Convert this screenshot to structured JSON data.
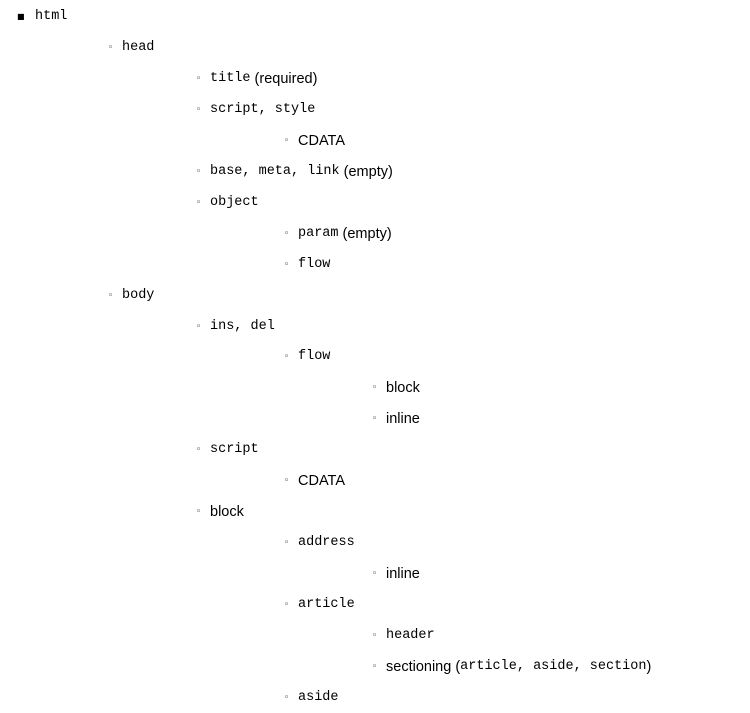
{
  "tree": [
    {
      "level": 0,
      "parts": [
        {
          "t": "html",
          "code": true
        }
      ]
    },
    {
      "level": 1,
      "parts": [
        {
          "t": "head",
          "code": true
        }
      ]
    },
    {
      "level": 2,
      "parts": [
        {
          "t": "title",
          "code": true
        },
        {
          "t": " (required)",
          "code": false
        }
      ]
    },
    {
      "level": 2,
      "parts": [
        {
          "t": "script, style",
          "code": true
        }
      ]
    },
    {
      "level": 3,
      "parts": [
        {
          "t": "CDATA",
          "code": false
        }
      ]
    },
    {
      "level": 2,
      "parts": [
        {
          "t": "base, meta, link",
          "code": true
        },
        {
          "t": " (empty)",
          "code": false
        }
      ]
    },
    {
      "level": 2,
      "parts": [
        {
          "t": "object",
          "code": true
        }
      ]
    },
    {
      "level": 3,
      "parts": [
        {
          "t": "param",
          "code": true
        },
        {
          "t": " (empty)",
          "code": false
        }
      ]
    },
    {
      "level": 3,
      "parts": [
        {
          "t": "flow",
          "code": true
        }
      ]
    },
    {
      "level": 1,
      "parts": [
        {
          "t": "body",
          "code": true
        }
      ]
    },
    {
      "level": 2,
      "parts": [
        {
          "t": "ins, del",
          "code": true
        }
      ]
    },
    {
      "level": 3,
      "parts": [
        {
          "t": "flow",
          "code": true
        }
      ]
    },
    {
      "level": 4,
      "parts": [
        {
          "t": "block",
          "code": false
        }
      ]
    },
    {
      "level": 4,
      "parts": [
        {
          "t": "inline",
          "code": false
        }
      ]
    },
    {
      "level": 2,
      "parts": [
        {
          "t": "script",
          "code": true
        }
      ]
    },
    {
      "level": 3,
      "parts": [
        {
          "t": "CDATA",
          "code": false
        }
      ]
    },
    {
      "level": 2,
      "parts": [
        {
          "t": "block",
          "code": false
        }
      ]
    },
    {
      "level": 3,
      "parts": [
        {
          "t": "address",
          "code": true
        }
      ]
    },
    {
      "level": 4,
      "parts": [
        {
          "t": "inline",
          "code": false
        }
      ]
    },
    {
      "level": 3,
      "parts": [
        {
          "t": "article",
          "code": true
        }
      ]
    },
    {
      "level": 4,
      "parts": [
        {
          "t": "header",
          "code": true
        }
      ]
    },
    {
      "level": 4,
      "parts": [
        {
          "t": "sectioning (",
          "code": false
        },
        {
          "t": "article, aside, section",
          "code": true
        },
        {
          "t": ")",
          "code": false
        }
      ]
    },
    {
      "level": 3,
      "parts": [
        {
          "t": "aside",
          "code": true
        }
      ]
    }
  ]
}
